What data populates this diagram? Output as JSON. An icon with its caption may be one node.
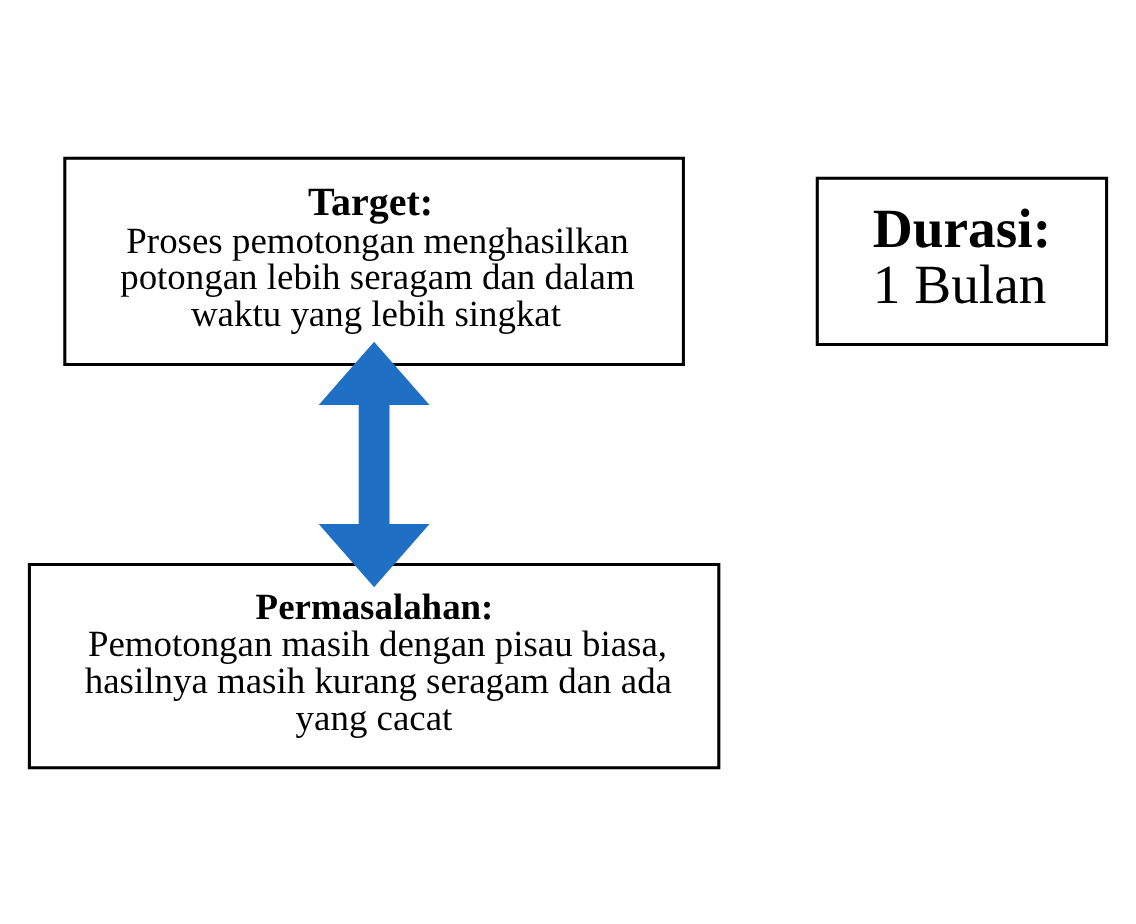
{
  "diagram": {
    "nodes": [
      {
        "text": [
          "Target:",
          "Proses pemotongan menghasilkan potongan lebih seragam dan dalam waktu yang lebih singkat"
        ]
      },
      {
        "text": [
          "Durasi:",
          "1 Bulan"
        ]
      },
      {
        "text": [
          "Permasalahan:",
          "Pemotongan masih dengan pisau biasa, hasilnya masih kurang seragam dan ada yang cacat"
        ]
      }
    ],
    "edges": [
      {
        "from": 2,
        "to": 0,
        "arrow": "both",
        "color": "#1f6fc5"
      }
    ]
  }
}
